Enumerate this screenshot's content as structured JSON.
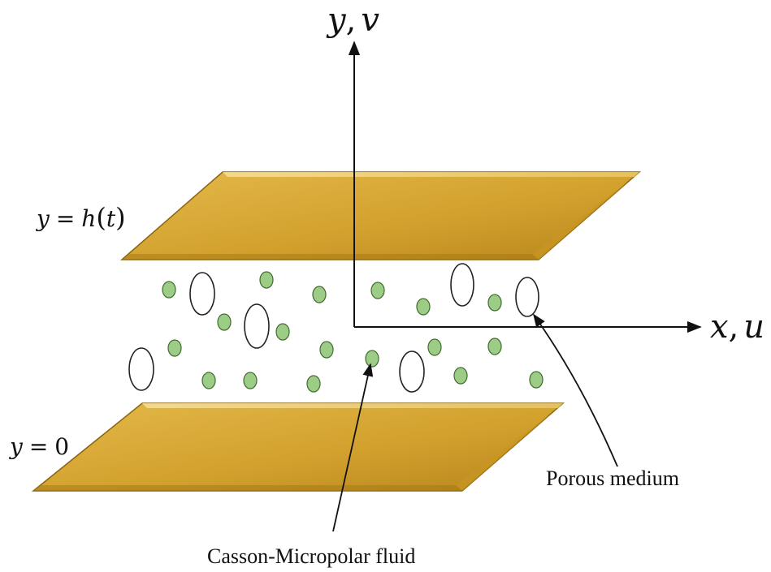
{
  "axes": {
    "vertical": {
      "var1": "y",
      "sep": ",",
      "var2": "v"
    },
    "horizontal": {
      "var1": "x",
      "sep": ",",
      "var2": "u"
    }
  },
  "plates": {
    "top": {
      "lhs": "y",
      "eq": "=",
      "func": "h",
      "open": "(",
      "arg": "t",
      "close": ")"
    },
    "bottom": {
      "lhs": "y",
      "eq": "=",
      "value": "0"
    }
  },
  "labels": {
    "porous": "Porous medium",
    "fluid": "Casson-Micropolar fluid"
  },
  "colors": {
    "plate_fill": "#d3a22e",
    "plate_edge": "#8a6412",
    "particle_fill": "#9ccc86",
    "particle_edge": "#3f6b2e",
    "pore_edge": "#222222"
  }
}
